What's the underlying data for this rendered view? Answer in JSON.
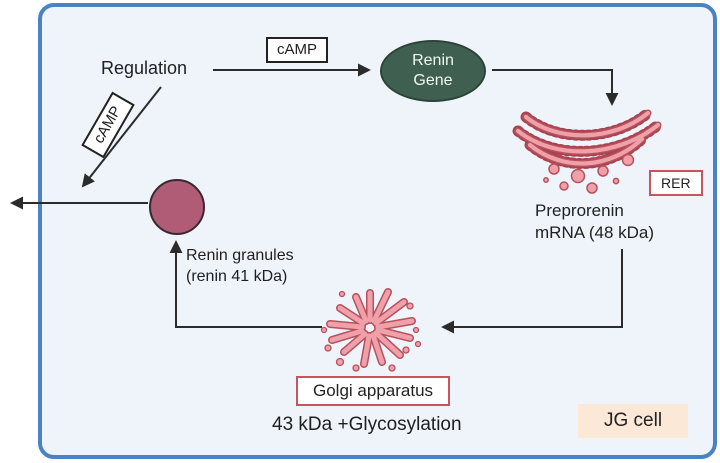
{
  "diagram": {
    "cell_name": "JG cell",
    "labels": {
      "regulation": "Regulation",
      "camp_top": "cAMP",
      "camp_diagonal": "cAMP",
      "renin_gene_line1": "Renin",
      "renin_gene_line2": "Gene",
      "rer": "RER",
      "preprorenin_line1": "Preprorenin",
      "preprorenin_line2": "mRNA (48 kDa)",
      "renin_granules_line1": "Renin granules",
      "renin_granules_line2": "(renin 41 kDa)",
      "golgi": "Golgi apparatus",
      "glycosylation": "43 kDa +Glycosylation",
      "jg_cell": "JG cell"
    },
    "icons": {
      "rer_illustration": "rough-endoplasmic-reticulum",
      "golgi_illustration": "golgi-apparatus",
      "granule_illustration": "renin-granule-circle"
    }
  },
  "colors": {
    "cell_border": "#4a82c3",
    "cell_fill": "#eff4fa",
    "gene_ellipse_fill": "#3f5f50",
    "gene_text": "#f2f6f2",
    "granule_fill": "#b05c76",
    "organelle_pink": "#f0a0a8",
    "organelle_outline": "#b5525e",
    "label_box_border": "#c9545e",
    "jg_cell_bg": "#fbe8d7",
    "arrow": "#2b2b2b"
  }
}
